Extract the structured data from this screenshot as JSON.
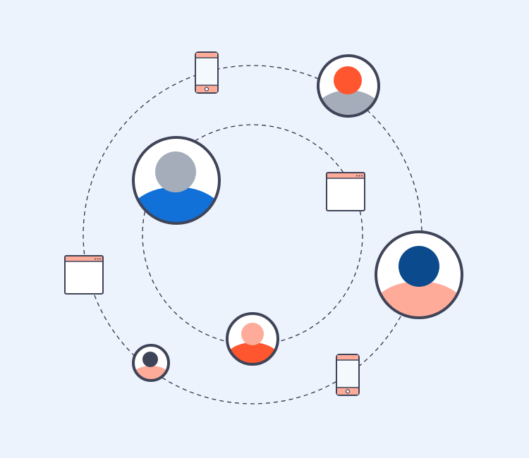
{
  "colors": {
    "background": "#ECF3FD",
    "outline": "#3F4458",
    "dash": "#2F3447",
    "white": "#FFFFFF",
    "screen": "#F4F9FE",
    "accent_salmon": "#FFAB9A",
    "orange": "#FF5630",
    "gray": "#A5ADBA",
    "blue": "#1171D9",
    "navy": "#0B4A8C",
    "dark": "#3F4458"
  },
  "icons": [
    "user-avatar-icon",
    "mobile-phone-icon",
    "browser-window-icon"
  ],
  "avatars": [
    {
      "name": "avatar-top-right",
      "head": "#FF5630",
      "body": "#A5ADBA"
    },
    {
      "name": "avatar-large-left",
      "head": "#A5ADBA",
      "body": "#1171D9"
    },
    {
      "name": "avatar-large-right",
      "head": "#0B4A8C",
      "body": "#FFAB9A"
    },
    {
      "name": "avatar-bottom-center",
      "head": "#FFAB9A",
      "body": "#FF5630"
    },
    {
      "name": "avatar-small-bottom-left",
      "head": "#3F4458",
      "body": "#FFAB9A"
    }
  ]
}
